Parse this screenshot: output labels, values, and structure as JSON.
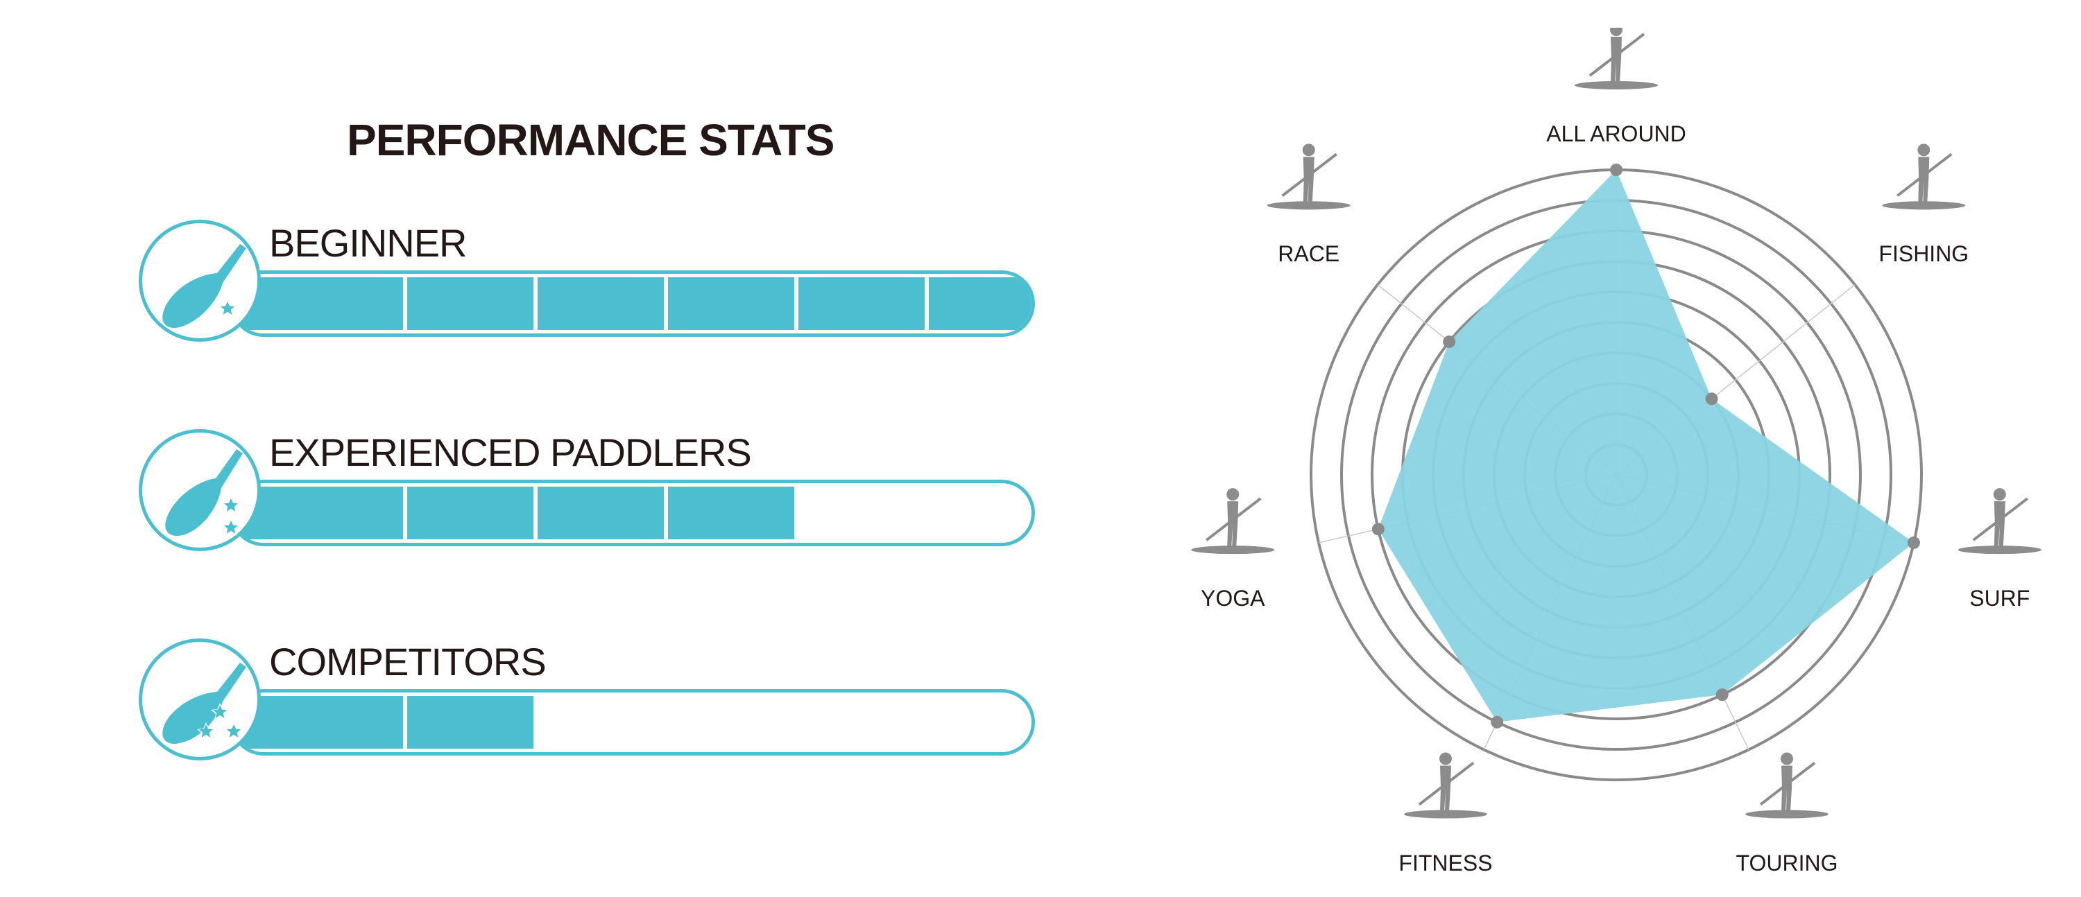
{
  "title": "PERFORMANCE STATS",
  "levels": [
    {
      "label": "BEGINNER",
      "stars": 1,
      "filled": 6,
      "total": 6,
      "icon": "paddle-one-star-icon"
    },
    {
      "label": "EXPERIENCED PADDLERS",
      "stars": 2,
      "filled": 4,
      "total": 6,
      "icon": "paddle-two-stars-icon"
    },
    {
      "label": "COMPETITORS",
      "stars": 3,
      "filled": 2,
      "total": 6,
      "icon": "paddle-three-stars-icon"
    }
  ],
  "colors": {
    "accent": "#4bbfcf",
    "radar_fill": "#8ad3e1",
    "ring": "#8a8a8a",
    "text": "#231815",
    "icon": "#8c8c8c"
  },
  "chart_data": {
    "type": "radar",
    "title": "",
    "rings": 10,
    "max": 10,
    "categories": [
      "ALL AROUND",
      "FISHING",
      "SURF",
      "TOURING",
      "FITNESS",
      "YOGA",
      "RACE"
    ],
    "icons": [
      "sup-all-around-icon",
      "sup-fishing-icon",
      "sup-surf-icon",
      "sup-touring-icon",
      "sup-fitness-icon",
      "sup-yoga-icon",
      "sup-race-icon"
    ],
    "series": [
      {
        "values": [
          10,
          4,
          10,
          8,
          9,
          8,
          7
        ]
      }
    ]
  }
}
